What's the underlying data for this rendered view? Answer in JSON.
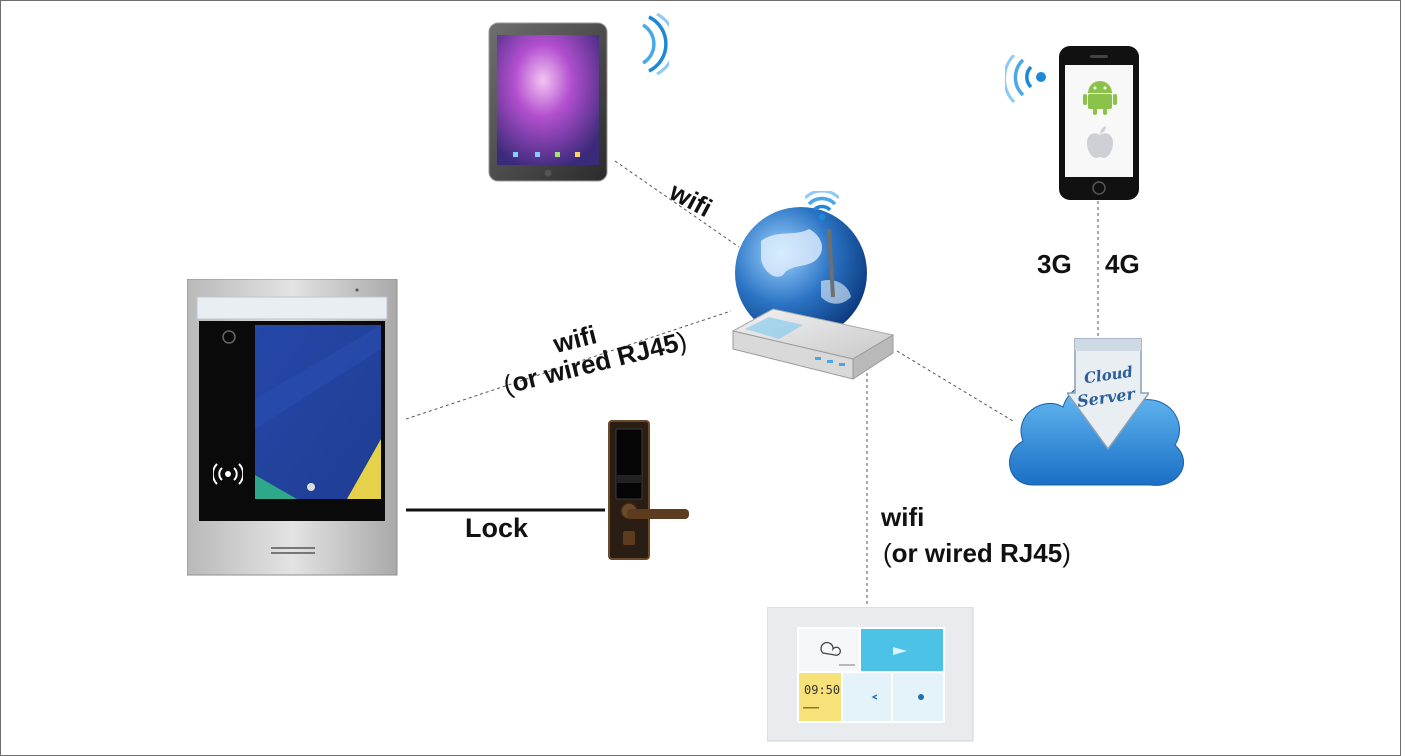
{
  "labels": {
    "tablet_link": "wifi",
    "doorstation_link_line1": "wifi",
    "doorstation_link_line2": "or wired RJ45",
    "lock_link": "Lock",
    "monitor_link_line1": "wifi",
    "monitor_link_line2": "or wired RJ45",
    "network_3g": "3G",
    "network_4g": "4G"
  },
  "cloud": {
    "line1": "Cloud",
    "line2": "Server"
  },
  "indoor_monitor": {
    "time": "09:50"
  },
  "icons": {
    "tablet_signal": "wifi-waves-icon",
    "phone_signal": "wifi-waves-icon",
    "router_signal": "wifi-icon",
    "android": "android-icon",
    "apple": "apple-icon",
    "nfc": "nfc-icon",
    "cloud_arrow": "download-arrow-icon"
  },
  "colors": {
    "signal_blue": "#1e88d6",
    "globe_blue": "#2b74c4",
    "cloud_blue": "#2f8ad8",
    "android_green": "#8bc34a",
    "doorstation_screen": "#2547a8",
    "monitor_cyan": "#4cc3e6",
    "monitor_yellow": "#f7e27a"
  }
}
